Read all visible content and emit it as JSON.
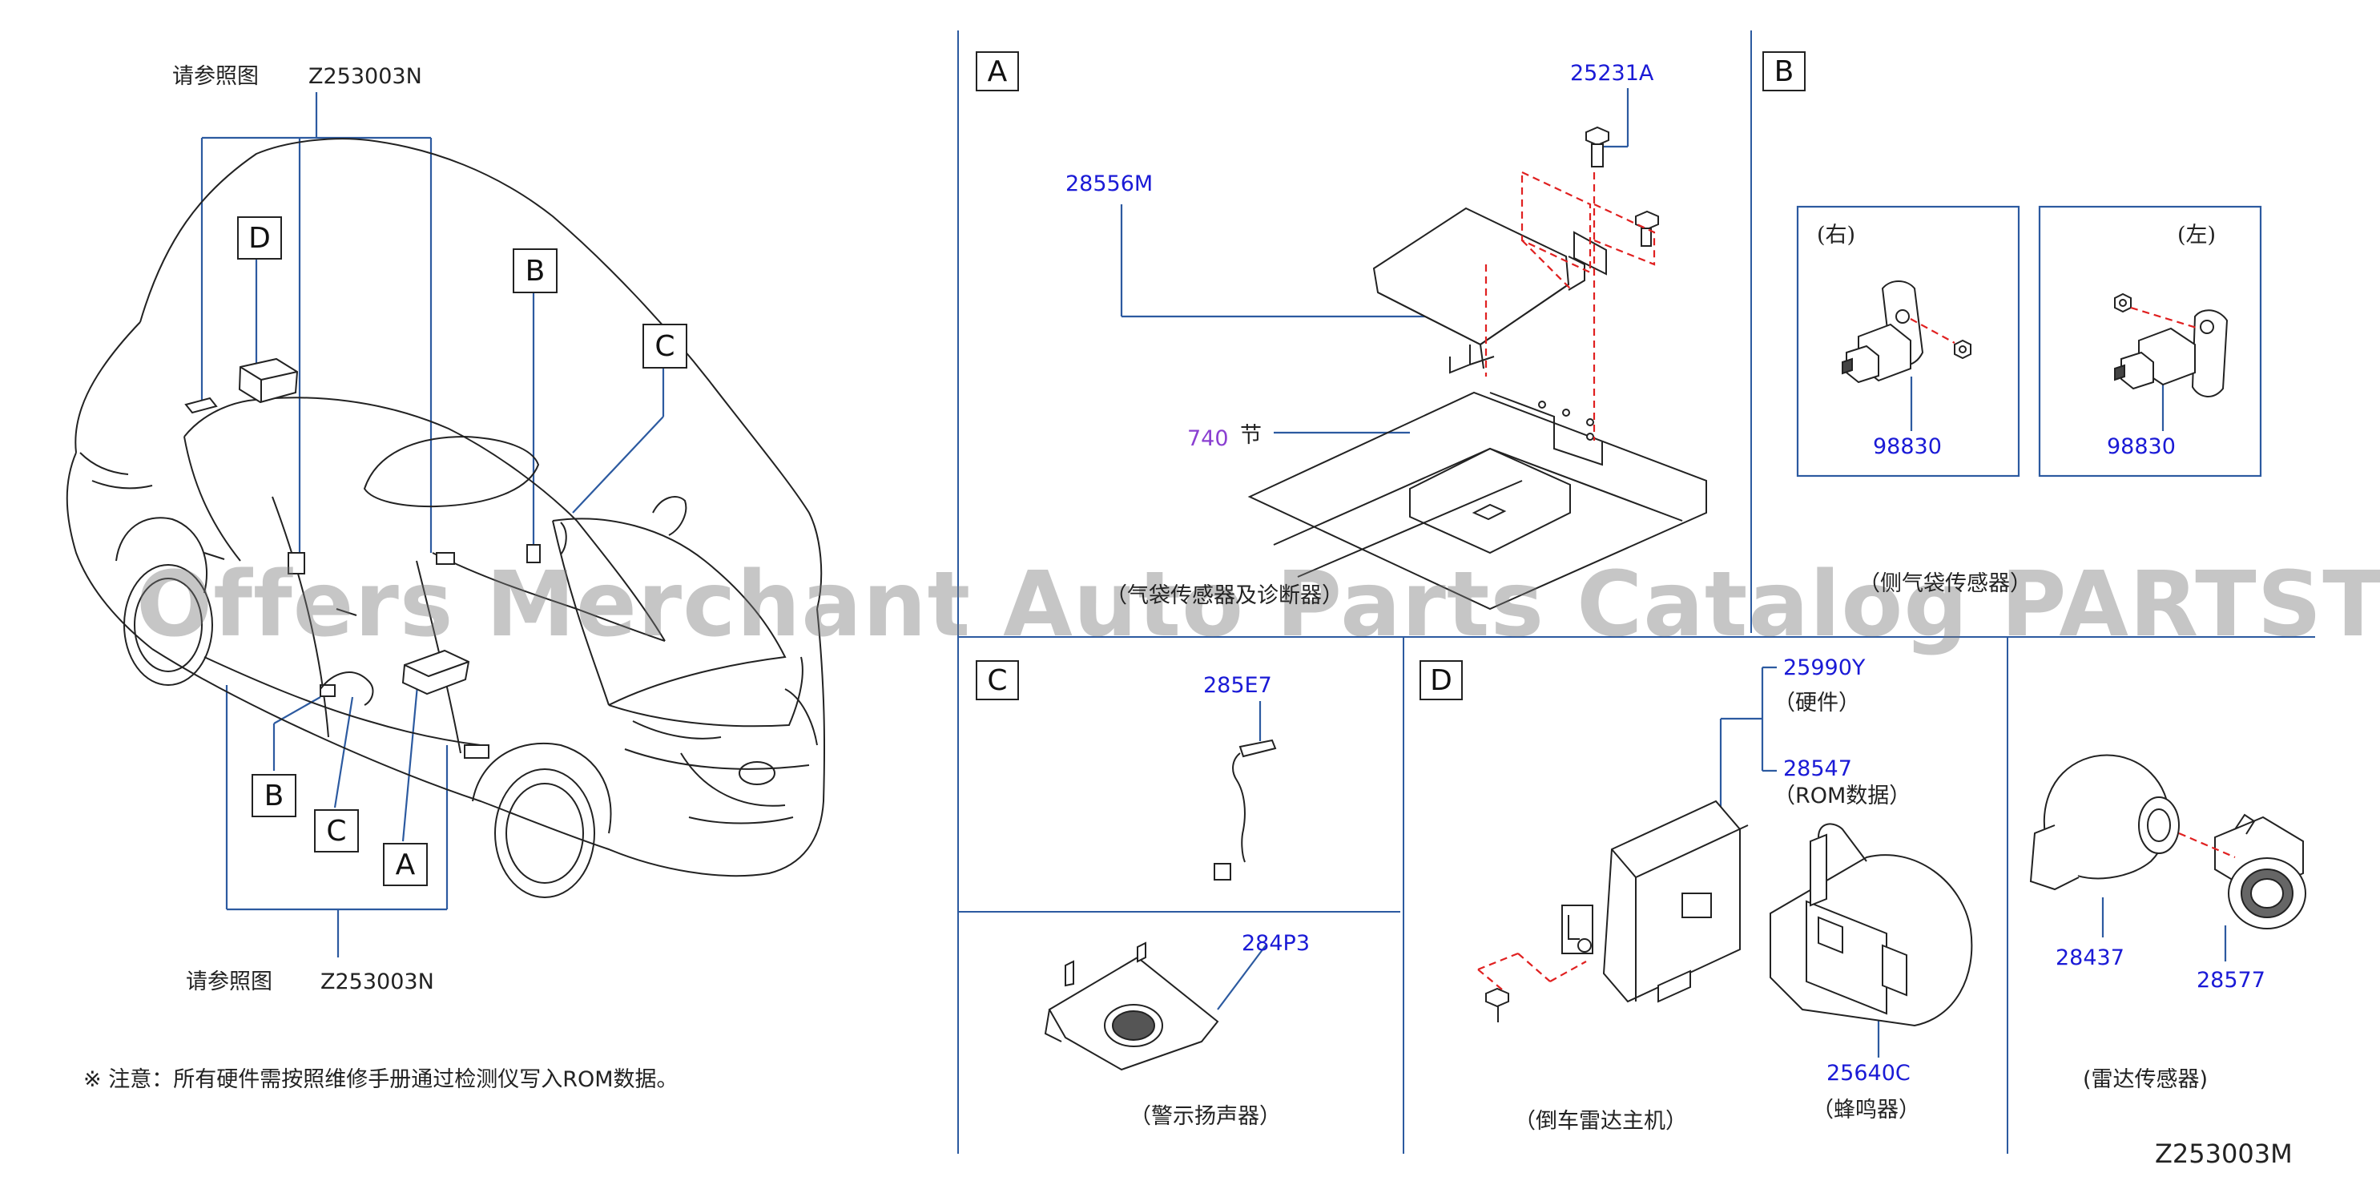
{
  "overview": {
    "ref_top_label": "请参照图",
    "ref_top_code": "Z253003N",
    "ref_bottom_label": "请参照图",
    "ref_bottom_code": "Z253003N",
    "callouts": {
      "d": "D",
      "b_top": "B",
      "c_top": "C",
      "b_bottom": "B",
      "c_bottom": "C",
      "a_bottom": "A"
    },
    "note": "※   注意：所有硬件需按照维修手册通过检测仪写入ROM数据。"
  },
  "panel_a": {
    "tag": "A",
    "bolt_part": "25231A",
    "unit_part": "28556M",
    "section_number": "740",
    "section_label": "节",
    "caption": "（气袋传感器及诊断器）"
  },
  "panel_b": {
    "tag": "B",
    "right_label": "(右)",
    "left_label": "(左)",
    "right_part": "98830",
    "left_part": "98830",
    "caption": "（侧气袋传感器）"
  },
  "panel_c": {
    "tag": "C",
    "harness_part": "285E7",
    "speaker_part": "284P3",
    "caption": "（警示扬声器）"
  },
  "panel_d": {
    "tag": "D",
    "hardware_part": "25990Y",
    "hardware_label": "（硬件）",
    "rom_part": "28547",
    "rom_label": "（ROM数据）",
    "buzzer_part": "25640C",
    "buzzer_label": "（蜂鸣器）",
    "unit_caption": "（倒车雷达主机）"
  },
  "panel_sensor": {
    "sensor_part": "28437",
    "bezel_part": "28577",
    "caption": "(雷达传感器)"
  },
  "diagram_code": "Z253003M",
  "watermark": "Offers Merchant Auto Parts Catalog PARTSTORE.SA",
  "colors": {
    "leader": "#2c5aa0",
    "part_number": "#1a1ad6",
    "section_ref": "#8a3fd1",
    "dashed": "#e02020",
    "line": "#222222"
  }
}
